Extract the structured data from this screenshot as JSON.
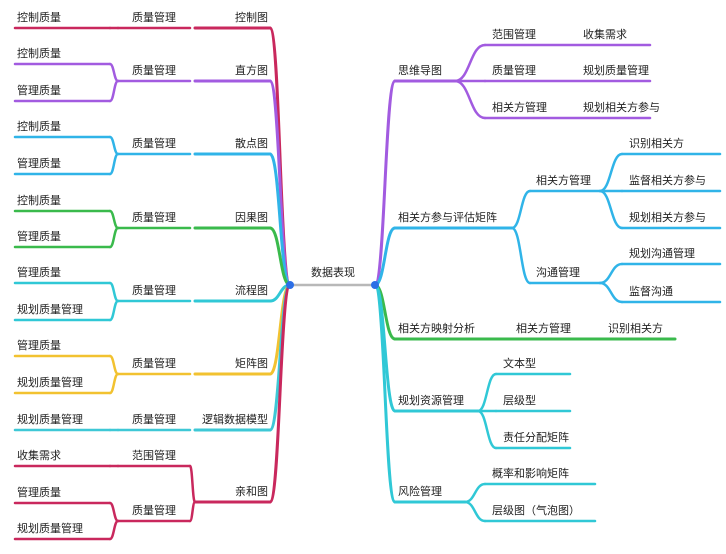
{
  "center": {
    "label": "数据表现"
  },
  "colors": {
    "center_line": "#b8b8b8",
    "dot": "#2d6fe6",
    "left": [
      "#c9285d",
      "#a25be0",
      "#30b4e8",
      "#3aba4c",
      "#30c8d6",
      "#f2c230",
      "#3ec8d6",
      "#c9285d"
    ],
    "right": [
      "#a25be0",
      "#30b4e8",
      "#3aba4c",
      "#30c8d6",
      "#30c8d6"
    ]
  },
  "left": [
    {
      "label": "控制图",
      "children": [
        {
          "label": "质量管理",
          "children": [
            {
              "label": "控制质量"
            }
          ]
        }
      ]
    },
    {
      "label": "直方图",
      "children": [
        {
          "label": "质量管理",
          "children": [
            {
              "label": "控制质量"
            },
            {
              "label": "管理质量"
            }
          ]
        }
      ]
    },
    {
      "label": "散点图",
      "children": [
        {
          "label": "质量管理",
          "children": [
            {
              "label": "控制质量"
            },
            {
              "label": "管理质量"
            }
          ]
        }
      ]
    },
    {
      "label": "因果图",
      "children": [
        {
          "label": "质量管理",
          "children": [
            {
              "label": "控制质量"
            },
            {
              "label": "管理质量"
            }
          ]
        }
      ]
    },
    {
      "label": "流程图",
      "children": [
        {
          "label": "质量管理",
          "children": [
            {
              "label": "管理质量"
            },
            {
              "label": "规划质量管理"
            }
          ]
        }
      ]
    },
    {
      "label": "矩阵图",
      "children": [
        {
          "label": "质量管理",
          "children": [
            {
              "label": "管理质量"
            },
            {
              "label": "规划质量管理"
            }
          ]
        }
      ]
    },
    {
      "label": "逻辑数据模型",
      "children": [
        {
          "label": "质量管理",
          "children": [
            {
              "label": "规划质量管理"
            }
          ]
        }
      ]
    },
    {
      "label": "亲和图",
      "children": [
        {
          "label": "范围管理",
          "children": [
            {
              "label": "收集需求"
            }
          ]
        },
        {
          "label": "质量管理",
          "children": [
            {
              "label": "管理质量"
            },
            {
              "label": "规划质量管理"
            }
          ]
        }
      ]
    }
  ],
  "right": [
    {
      "label": "思维导图",
      "children": [
        {
          "label": "范围管理",
          "children": [
            {
              "label": "收集需求"
            }
          ]
        },
        {
          "label": "质量管理",
          "children": [
            {
              "label": "规划质量管理"
            }
          ]
        },
        {
          "label": "相关方管理",
          "children": [
            {
              "label": "规划相关方参与"
            }
          ]
        }
      ]
    },
    {
      "label": "相关方参与评估矩阵",
      "children": [
        {
          "label": "相关方管理",
          "children": [
            {
              "label": "识别相关方"
            },
            {
              "label": "监督相关方参与"
            },
            {
              "label": "规划相关方参与"
            }
          ]
        },
        {
          "label": "沟通管理",
          "children": [
            {
              "label": "规划沟通管理"
            },
            {
              "label": "监督沟通"
            }
          ]
        }
      ]
    },
    {
      "label": "相关方映射分析",
      "children": [
        {
          "label": "相关方管理",
          "children": [
            {
              "label": "识别相关方"
            }
          ]
        }
      ]
    },
    {
      "label": "规划资源管理",
      "children": [
        {
          "label": "文本型"
        },
        {
          "label": "层级型"
        },
        {
          "label": "责任分配矩阵"
        }
      ]
    },
    {
      "label": "风险管理",
      "children": [
        {
          "label": "概率和影响矩阵"
        },
        {
          "label": "层级图（气泡图）"
        }
      ]
    }
  ]
}
